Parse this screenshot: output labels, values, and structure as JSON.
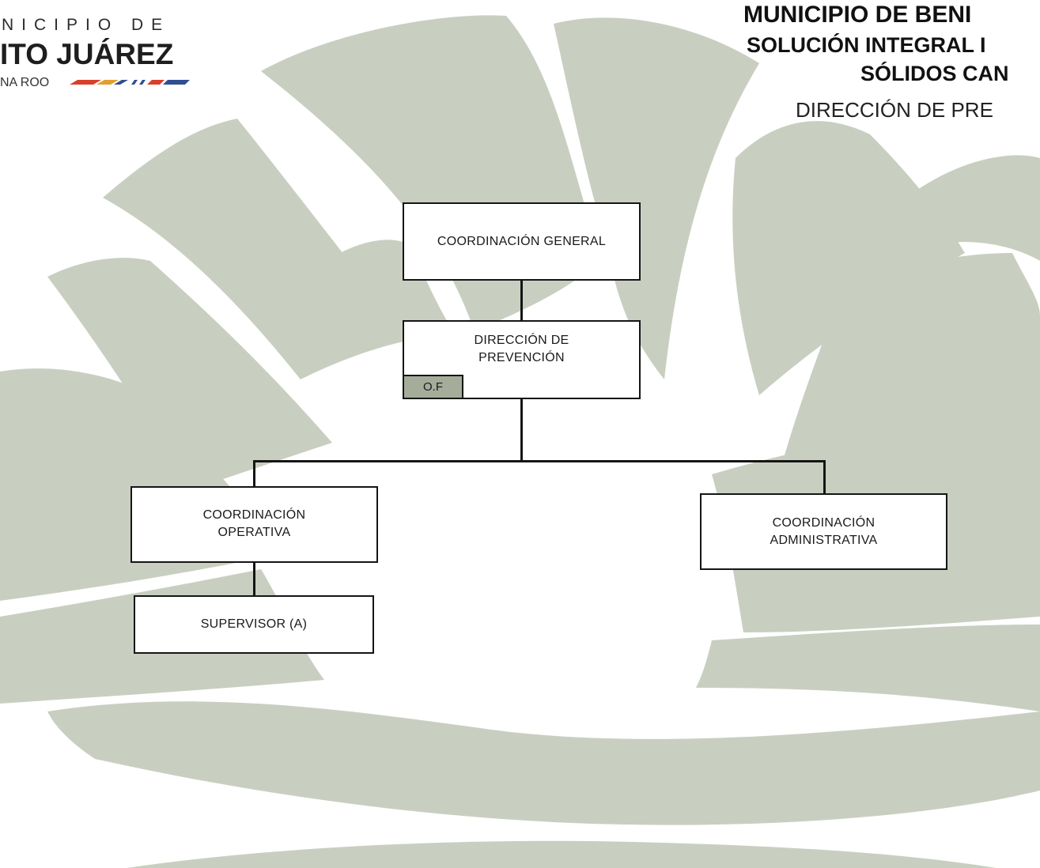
{
  "colors": {
    "background_shape": "#c9cfc0",
    "box_fill": "#ffffff",
    "box_border": "#151515",
    "badge_fill": "#a5ad9a"
  },
  "logo": {
    "line1": "NICIPIO DE",
    "line2": "ITO JUÁREZ",
    "line3": "NA ROO"
  },
  "header": {
    "line1": "MUNICIPIO DE BENI",
    "line2": "SOLUCIÓN INTEGRAL I",
    "line3": "SÓLIDOS CAN",
    "line4": "DIRECCIÓN DE PRE"
  },
  "org_chart": {
    "coordinacion_general": "COORDINACIÓN GENERAL",
    "direccion_prevencion": "DIRECCIÓN DE\nPREVENCIÓN",
    "of_badge": "O.F",
    "coordinacion_operativa": "COORDINACIÓN\nOPERATIVA",
    "coordinacion_administrativa": "COORDINACIÓN\nADMINISTRATIVA",
    "supervisor": "SUPERVISOR (A)"
  }
}
